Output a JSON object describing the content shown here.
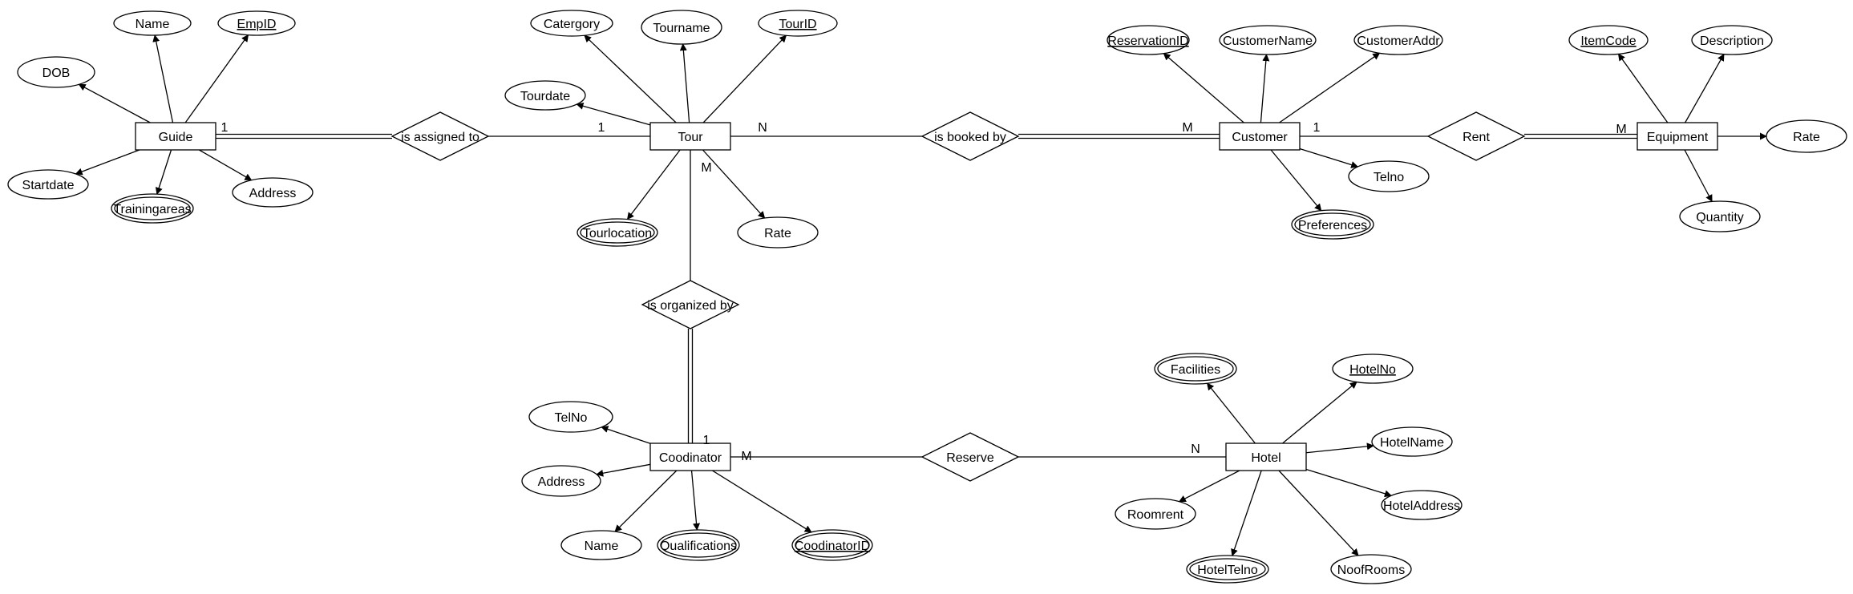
{
  "diagram": {
    "entities": [
      {
        "id": "guide",
        "label": "Guide"
      },
      {
        "id": "tour",
        "label": "Tour"
      },
      {
        "id": "customer",
        "label": "Customer"
      },
      {
        "id": "equipment",
        "label": "Equipment"
      },
      {
        "id": "coodinator",
        "label": "Coodinator"
      },
      {
        "id": "hotel",
        "label": "Hotel"
      }
    ],
    "relationships": [
      {
        "id": "assigned",
        "label": "is assigned to"
      },
      {
        "id": "booked",
        "label": "is booked by"
      },
      {
        "id": "rent",
        "label": "Rent"
      },
      {
        "id": "organized",
        "label": "is organized by"
      },
      {
        "id": "reserve",
        "label": "Reserve"
      }
    ],
    "attributes": [
      {
        "id": "g-name",
        "label": "Name",
        "entity": "guide",
        "key": false,
        "multi": false
      },
      {
        "id": "g-empid",
        "label": "EmpID",
        "entity": "guide",
        "key": true,
        "multi": false
      },
      {
        "id": "g-dob",
        "label": "DOB",
        "entity": "guide",
        "key": false,
        "multi": false
      },
      {
        "id": "g-startdate",
        "label": "Startdate",
        "entity": "guide",
        "key": false,
        "multi": false
      },
      {
        "id": "g-training",
        "label": "Trainingareas",
        "entity": "guide",
        "key": false,
        "multi": true
      },
      {
        "id": "g-address",
        "label": "Address",
        "entity": "guide",
        "key": false,
        "multi": false
      },
      {
        "id": "t-category",
        "label": "Catergory",
        "entity": "tour",
        "key": false,
        "multi": false
      },
      {
        "id": "t-tourname",
        "label": "Tourname",
        "entity": "tour",
        "key": false,
        "multi": false
      },
      {
        "id": "t-tourid",
        "label": "TourID",
        "entity": "tour",
        "key": true,
        "multi": false
      },
      {
        "id": "t-tourdate",
        "label": "Tourdate",
        "entity": "tour",
        "key": false,
        "multi": false
      },
      {
        "id": "t-tourlocation",
        "label": "Tourlocation",
        "entity": "tour",
        "key": false,
        "multi": true
      },
      {
        "id": "t-rate",
        "label": "Rate",
        "entity": "tour",
        "key": false,
        "multi": false
      },
      {
        "id": "c-resid",
        "label": "ReservationID",
        "entity": "customer",
        "key": true,
        "multi": false
      },
      {
        "id": "c-name",
        "label": "CustomerName",
        "entity": "customer",
        "key": false,
        "multi": false
      },
      {
        "id": "c-addr",
        "label": "CustomerAddr",
        "entity": "customer",
        "key": false,
        "multi": false
      },
      {
        "id": "c-telno",
        "label": "Telno",
        "entity": "customer",
        "key": false,
        "multi": false
      },
      {
        "id": "c-prefs",
        "label": "Preferences",
        "entity": "customer",
        "key": false,
        "multi": true
      },
      {
        "id": "e-itemcode",
        "label": "ItemCode",
        "entity": "equipment",
        "key": true,
        "multi": false
      },
      {
        "id": "e-description",
        "label": "Description",
        "entity": "equipment",
        "key": false,
        "multi": false
      },
      {
        "id": "e-rate",
        "label": "Rate",
        "entity": "equipment",
        "key": false,
        "multi": false
      },
      {
        "id": "e-quantity",
        "label": "Quantity",
        "entity": "equipment",
        "key": false,
        "multi": false
      },
      {
        "id": "co-telno",
        "label": "TelNo",
        "entity": "coodinator",
        "key": false,
        "multi": false
      },
      {
        "id": "co-address",
        "label": "Address",
        "entity": "coodinator",
        "key": false,
        "multi": false
      },
      {
        "id": "co-name",
        "label": "Name",
        "entity": "coodinator",
        "key": false,
        "multi": false
      },
      {
        "id": "co-quals",
        "label": "Qualifications",
        "entity": "coodinator",
        "key": false,
        "multi": true
      },
      {
        "id": "co-id",
        "label": "CoodinatorID",
        "entity": "coodinator",
        "key": true,
        "multi": true
      },
      {
        "id": "h-facilities",
        "label": "Facilities",
        "entity": "hotel",
        "key": false,
        "multi": true
      },
      {
        "id": "h-hotelno",
        "label": "HotelNo",
        "entity": "hotel",
        "key": true,
        "multi": false
      },
      {
        "id": "h-hotelname",
        "label": "HotelName",
        "entity": "hotel",
        "key": false,
        "multi": false
      },
      {
        "id": "h-hoteladdress",
        "label": "HotelAddress",
        "entity": "hotel",
        "key": false,
        "multi": false
      },
      {
        "id": "h-roomrent",
        "label": "Roomrent",
        "entity": "hotel",
        "key": false,
        "multi": false
      },
      {
        "id": "h-hoteltelno",
        "label": "HotelTelno",
        "entity": "hotel",
        "key": false,
        "multi": true
      },
      {
        "id": "h-noofrooms",
        "label": "NoofRooms",
        "entity": "hotel",
        "key": false,
        "multi": false
      }
    ],
    "links": [
      {
        "id": "l-guide-assigned",
        "from": "guide",
        "to": "assigned",
        "double": true
      },
      {
        "id": "l-assigned-tour",
        "from": "assigned",
        "to": "tour",
        "double": false
      },
      {
        "id": "l-tour-booked",
        "from": "tour",
        "to": "booked",
        "double": false
      },
      {
        "id": "l-booked-customer",
        "from": "booked",
        "to": "customer",
        "double": true
      },
      {
        "id": "l-customer-rent",
        "from": "customer",
        "to": "rent",
        "double": false
      },
      {
        "id": "l-rent-equipment",
        "from": "rent",
        "to": "equipment",
        "double": true
      },
      {
        "id": "l-tour-organized",
        "from": "tour",
        "to": "organized",
        "double": false
      },
      {
        "id": "l-organized-coodinator",
        "from": "organized",
        "to": "coodinator",
        "double": true
      },
      {
        "id": "l-coodinator-reserve",
        "from": "coodinator",
        "to": "reserve",
        "double": false
      },
      {
        "id": "l-reserve-hotel",
        "from": "reserve",
        "to": "hotel",
        "double": false
      }
    ],
    "cardinalities": [
      {
        "id": "card-guide-1",
        "text": "1"
      },
      {
        "id": "card-tour-1",
        "text": "1"
      },
      {
        "id": "card-tour-n",
        "text": "N"
      },
      {
        "id": "card-tour-m",
        "text": "M"
      },
      {
        "id": "card-customer-m",
        "text": "M"
      },
      {
        "id": "card-customer-1",
        "text": "1"
      },
      {
        "id": "card-equipment-m",
        "text": "M"
      },
      {
        "id": "card-coodinator-1",
        "text": "1"
      },
      {
        "id": "card-coodinator-m",
        "text": "M"
      },
      {
        "id": "card-hotel-n",
        "text": "N"
      }
    ]
  }
}
